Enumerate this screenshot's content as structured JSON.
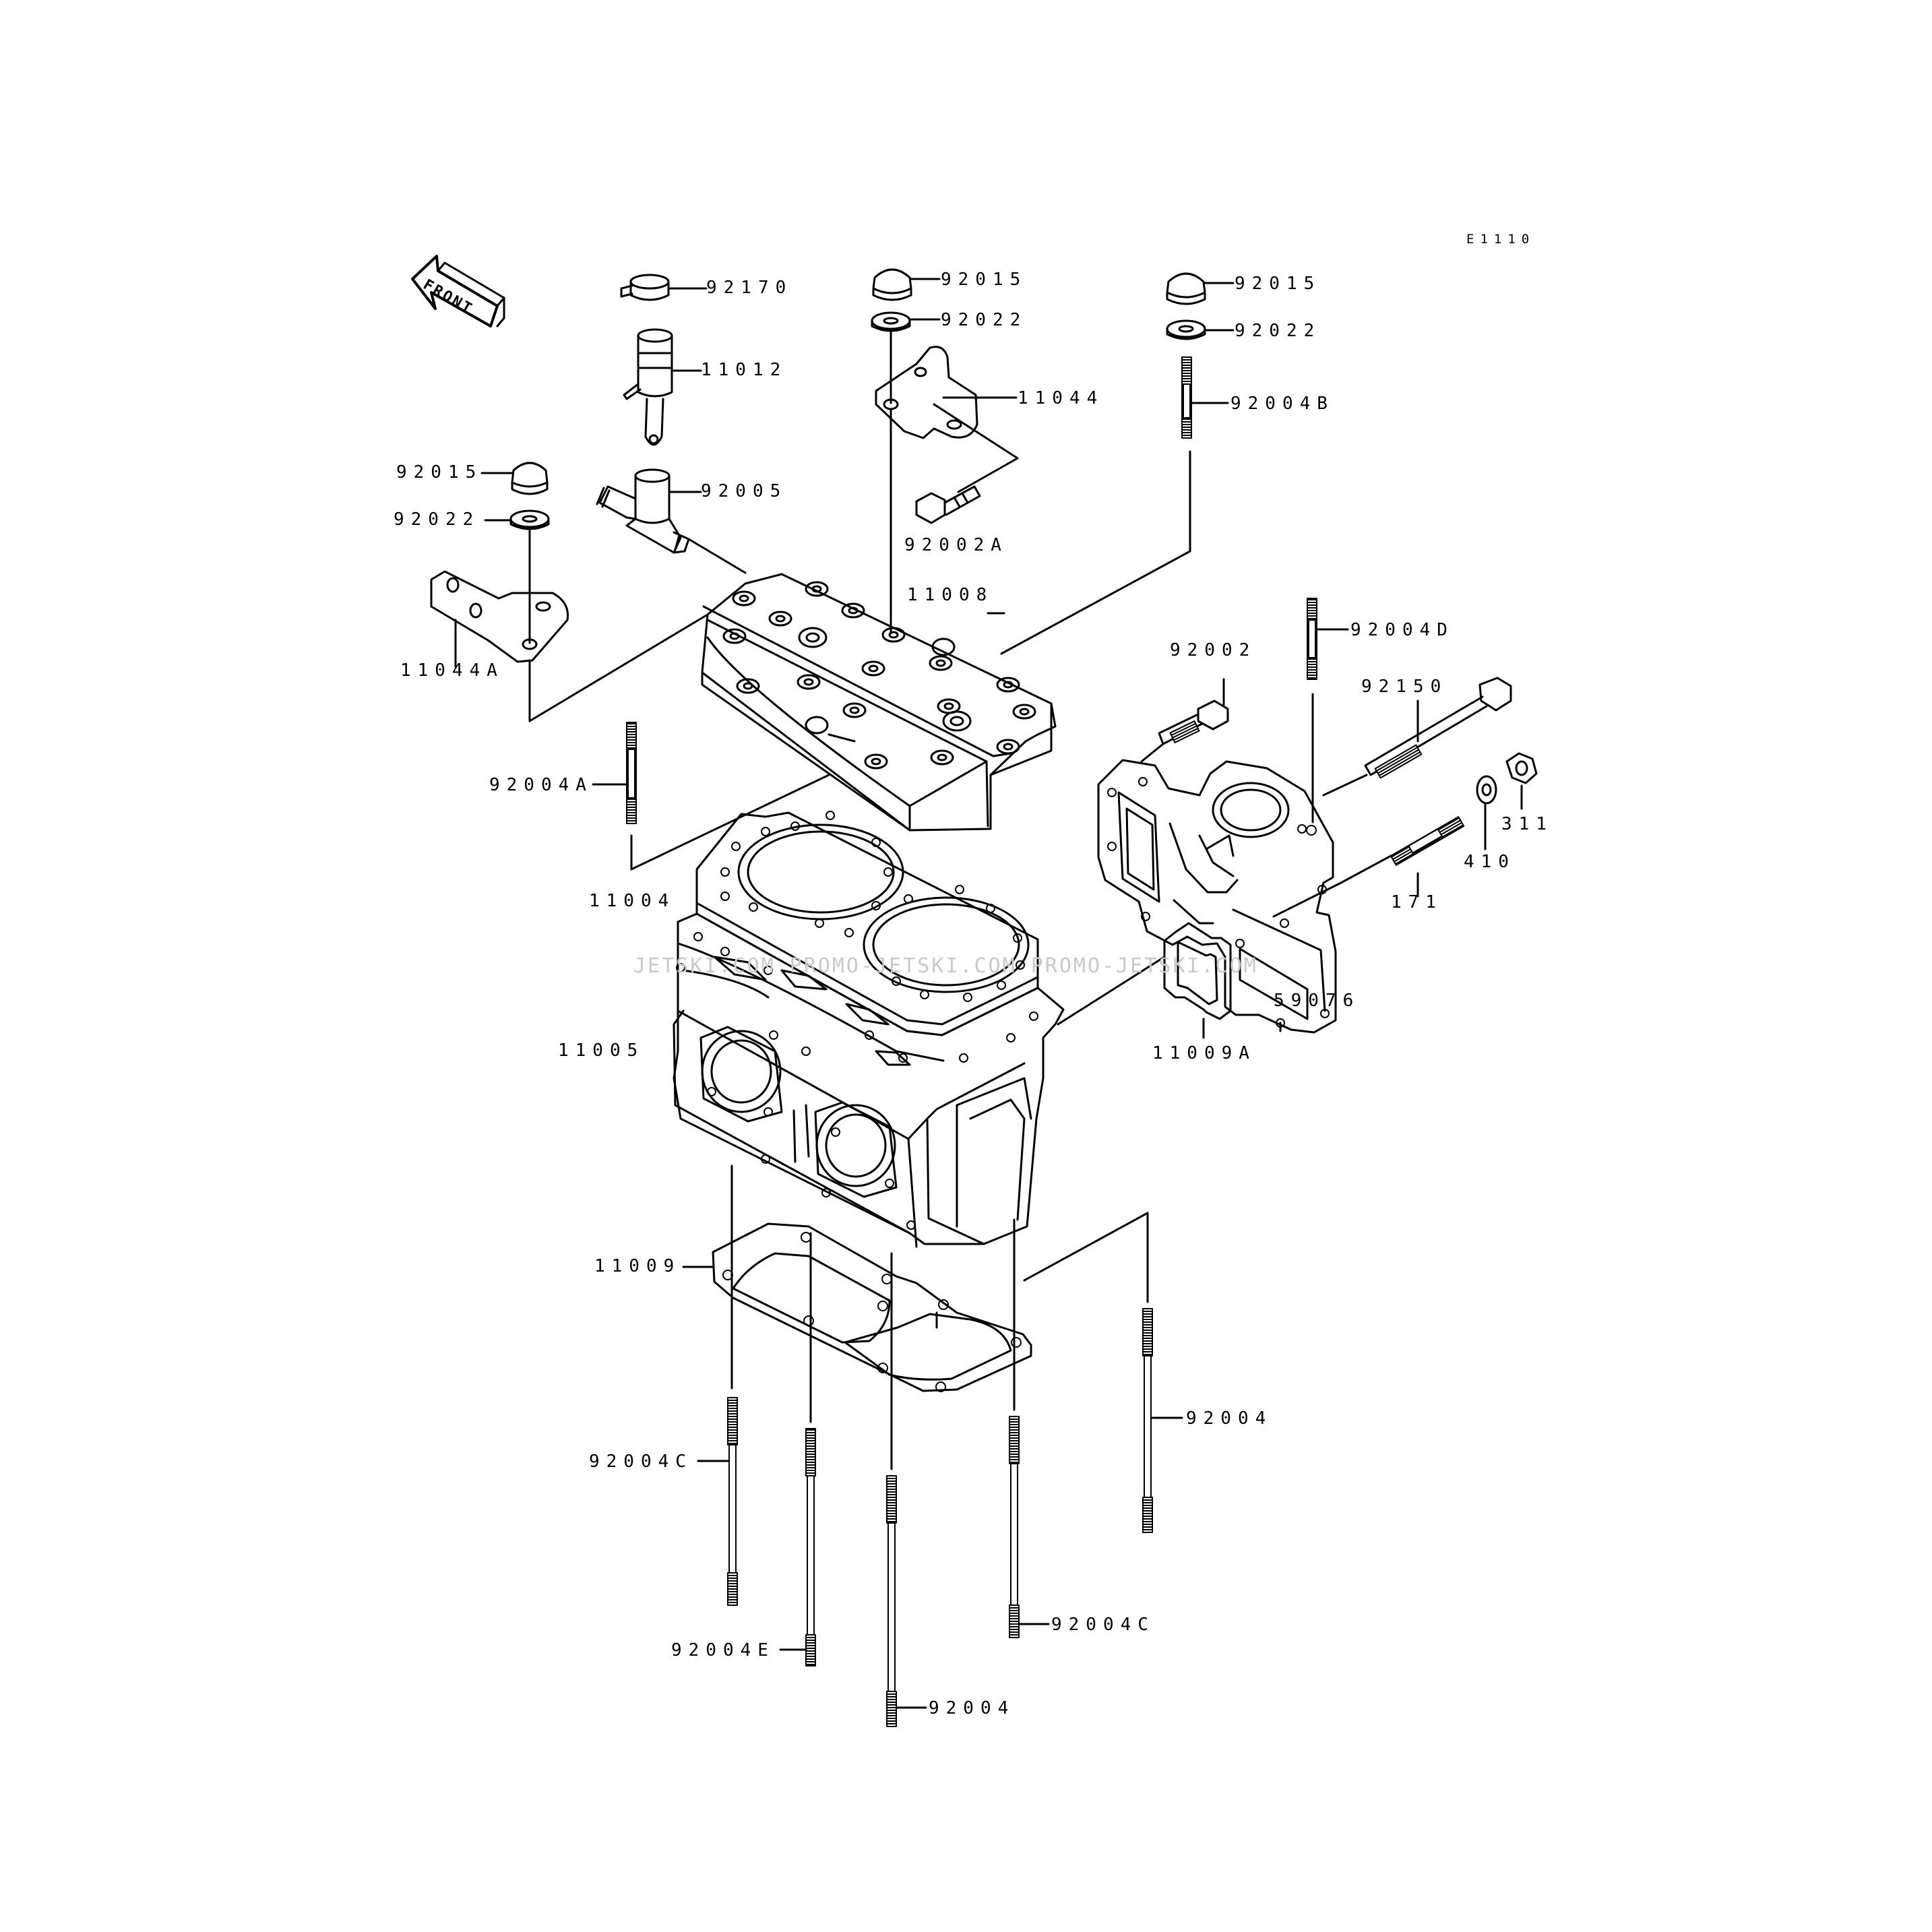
{
  "diagram_code": "E1110",
  "front_arrow_label": "FRONT",
  "watermark": "JETSKI.COM  PROMO-JETSKI.COM  PROMO-JETSKI.COM",
  "callouts": [
    {
      "id": "c1",
      "text": "92170"
    },
    {
      "id": "c2",
      "text": "11012"
    },
    {
      "id": "c3",
      "text": "92015"
    },
    {
      "id": "c4",
      "text": "92022"
    },
    {
      "id": "c5",
      "text": "92005"
    },
    {
      "id": "c6",
      "text": "11044A"
    },
    {
      "id": "c7",
      "text": "92015"
    },
    {
      "id": "c8",
      "text": "92022"
    },
    {
      "id": "c9",
      "text": "11044"
    },
    {
      "id": "c10",
      "text": "92002A"
    },
    {
      "id": "c11",
      "text": "11008"
    },
    {
      "id": "c12",
      "text": "92015"
    },
    {
      "id": "c13",
      "text": "92022"
    },
    {
      "id": "c14",
      "text": "92004B"
    },
    {
      "id": "c15",
      "text": "92002"
    },
    {
      "id": "c16",
      "text": "92004D"
    },
    {
      "id": "c17",
      "text": "92150"
    },
    {
      "id": "c18",
      "text": "311"
    },
    {
      "id": "c19",
      "text": "410"
    },
    {
      "id": "c20",
      "text": "171"
    },
    {
      "id": "c21",
      "text": "59076"
    },
    {
      "id": "c22",
      "text": "11009A"
    },
    {
      "id": "c23",
      "text": "92004A"
    },
    {
      "id": "c24",
      "text": "11004"
    },
    {
      "id": "c25",
      "text": "11005"
    },
    {
      "id": "c26",
      "text": "11009"
    },
    {
      "id": "c27",
      "text": "92004C"
    },
    {
      "id": "c28",
      "text": "92004"
    },
    {
      "id": "c29",
      "text": "92004E"
    },
    {
      "id": "c30",
      "text": "92004"
    },
    {
      "id": "c31",
      "text": "92004C"
    }
  ]
}
